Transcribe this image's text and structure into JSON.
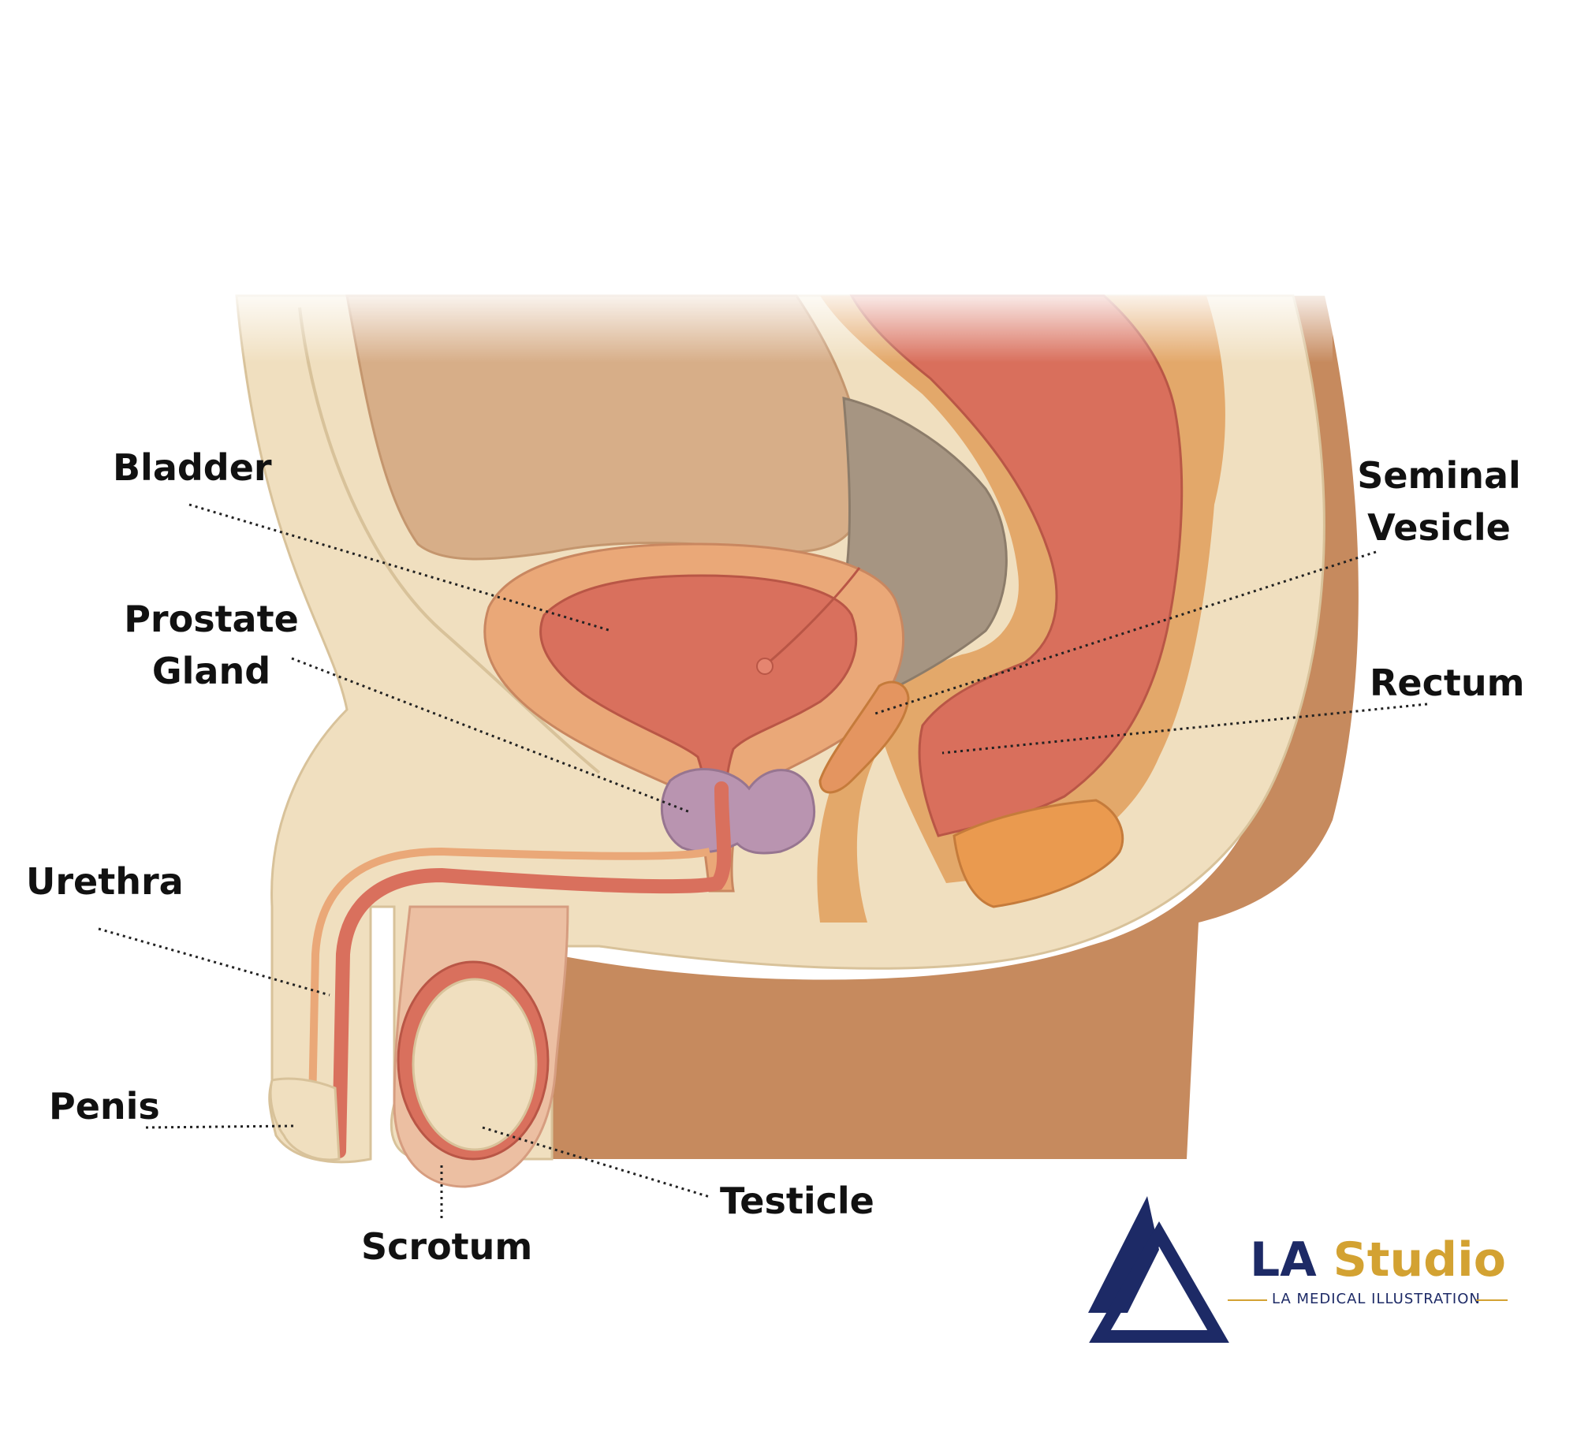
{
  "labels": {
    "bladder": "Bladder",
    "seminal_vesicle_line1": "Seminal",
    "seminal_vesicle_line2": "Vesicle",
    "prostate_line1": "Prostate",
    "prostate_line2": "Gland",
    "rectum": "Rectum",
    "urethra": "Urethra",
    "penis": "Penis",
    "testicle": "Testicle",
    "scrotum": "Scrotum"
  },
  "brand": {
    "name_part1": "LA",
    "name_part2": "Studio",
    "subtitle": "LA MEDICAL ILLUSTRATION"
  },
  "colors": {
    "skin": "#f0dfbf",
    "tissue_brown": "#c68a5e",
    "bladder": "#d9705d",
    "bladder_wall": "#eaa878",
    "prostate": "#b994b0",
    "rectum": "#d96f5c",
    "seminal_vesicle": "#e49560",
    "gray_tissue": "#a69582",
    "brand_navy": "#1d2a66",
    "brand_gold": "#d3a232"
  }
}
